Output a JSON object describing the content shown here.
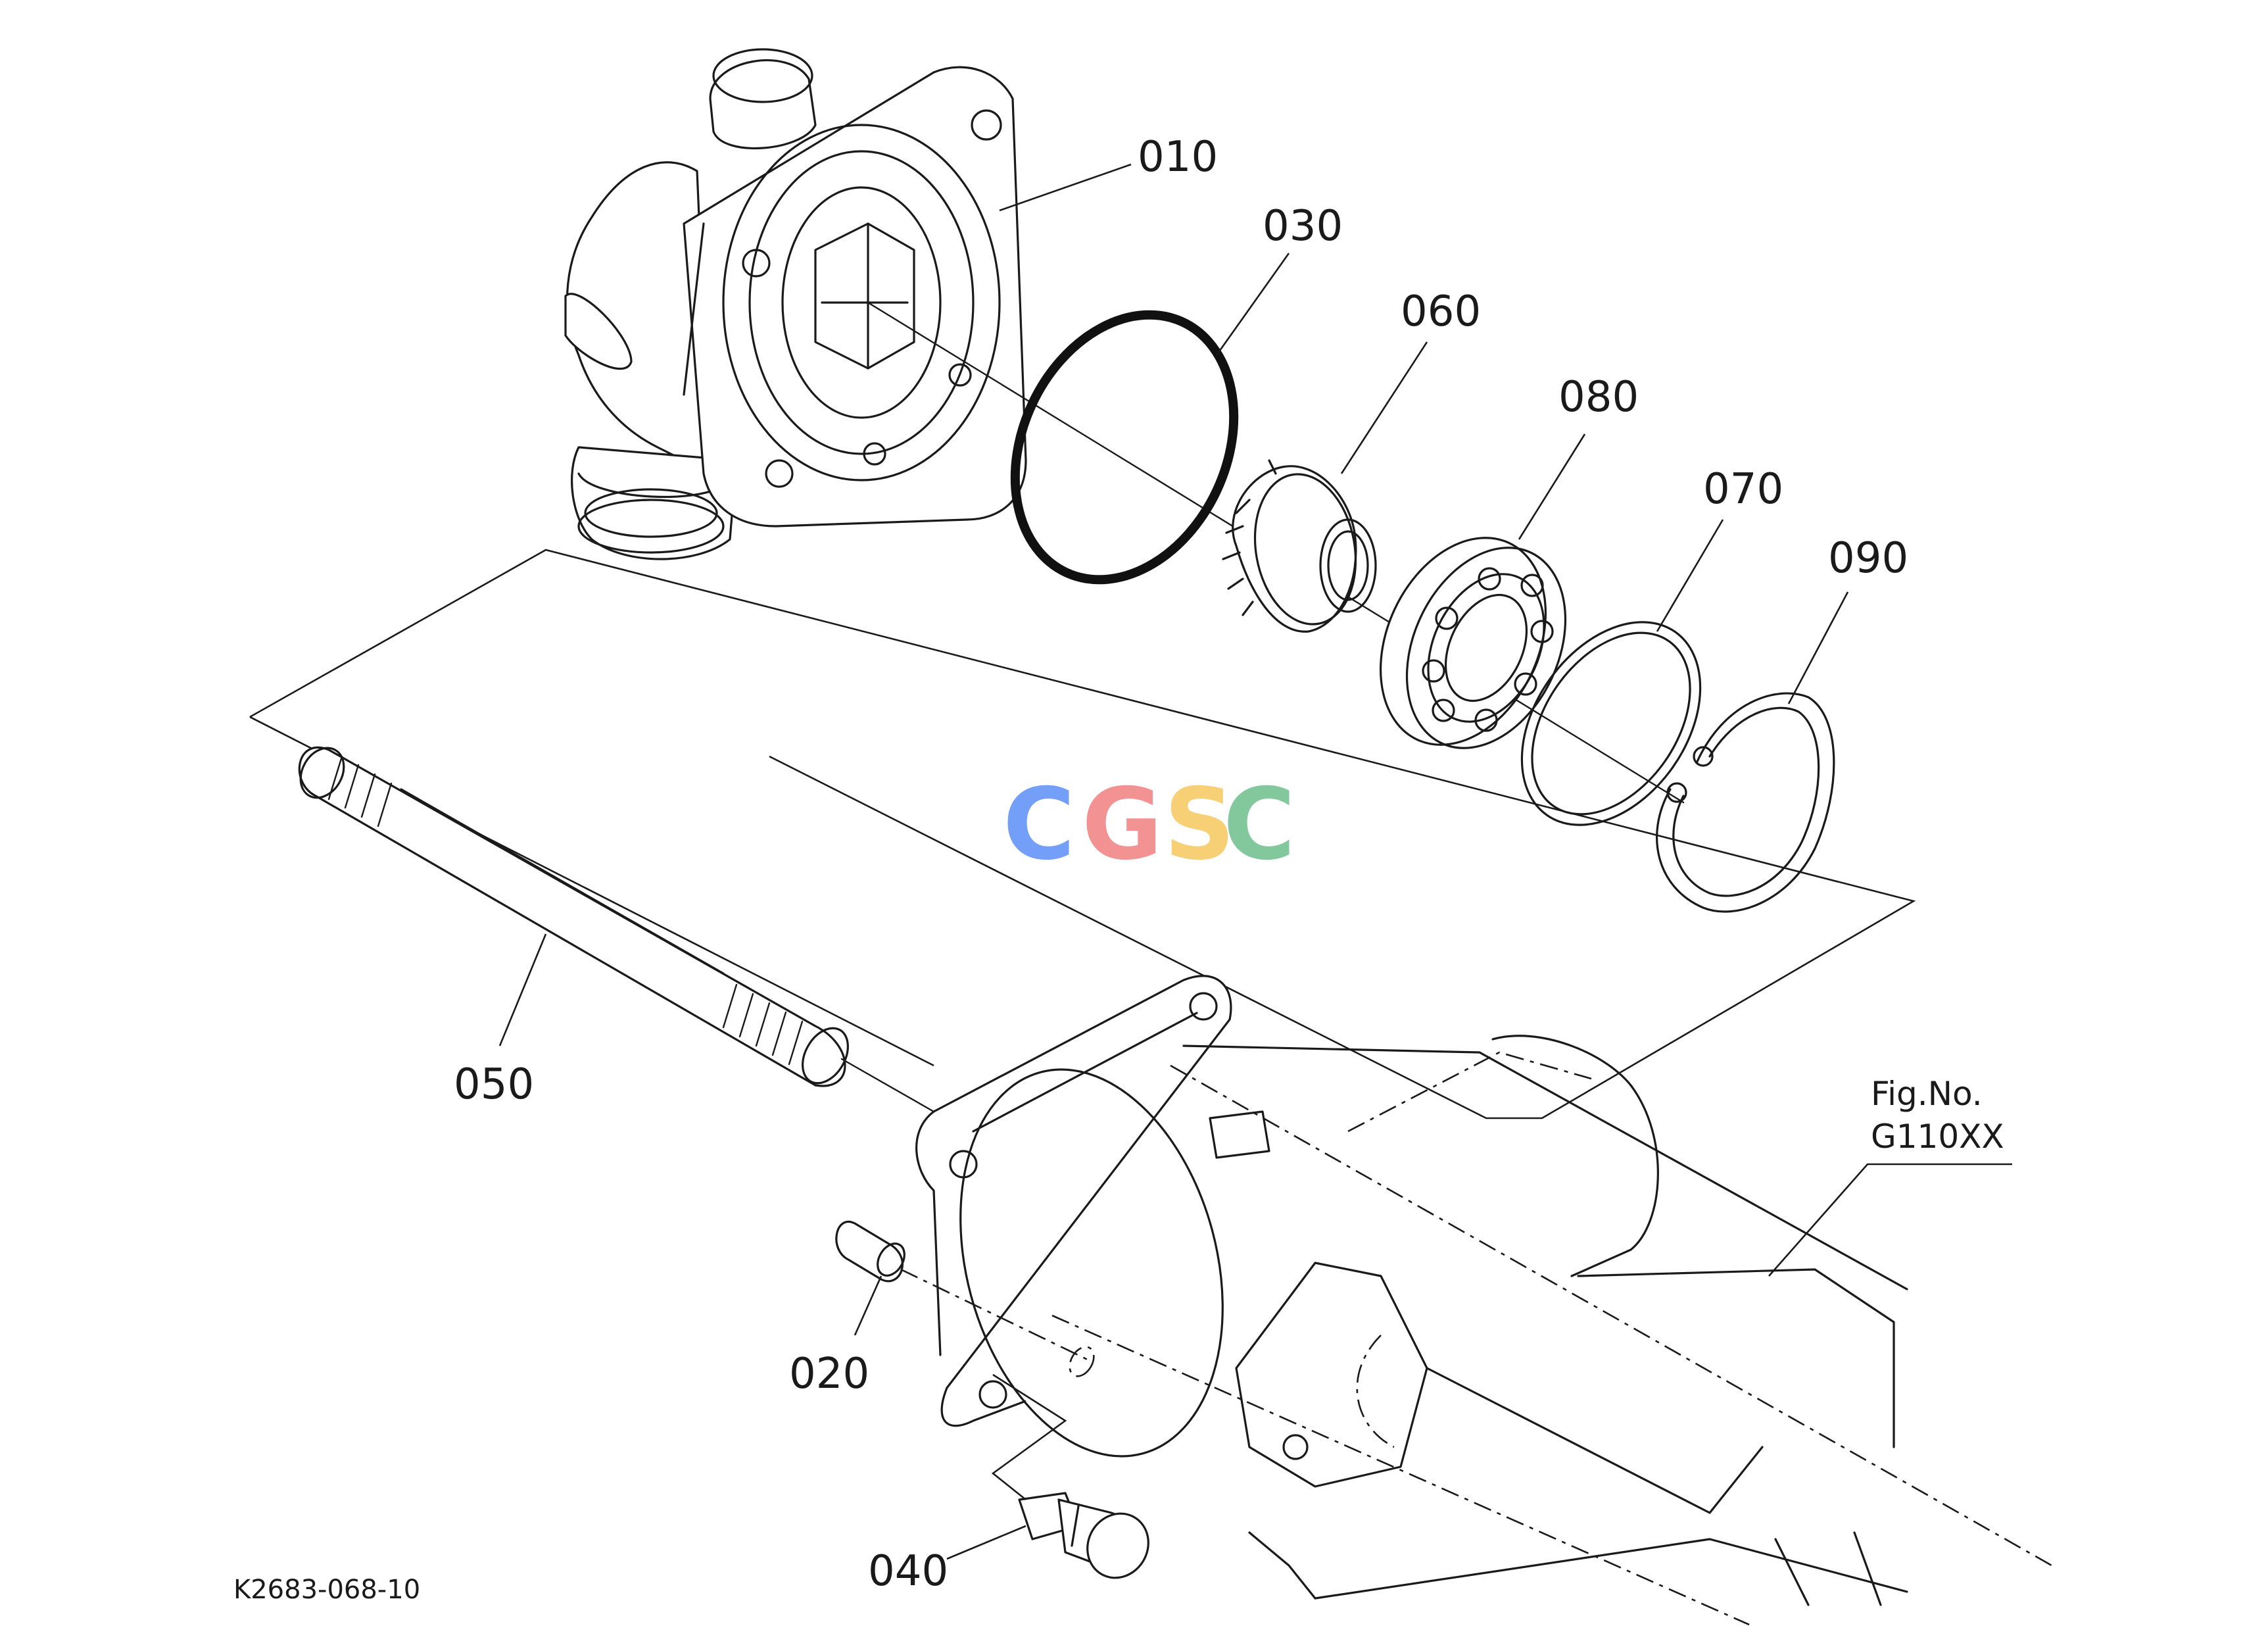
{
  "callouts": {
    "p010": "010",
    "p020": "020",
    "p030": "030",
    "p040": "040",
    "p050": "050",
    "p060": "060",
    "p070": "070",
    "p080": "080",
    "p090": "090"
  },
  "fig_ref": {
    "line1": "Fig.No.",
    "line2": "G110XX"
  },
  "drawing_code": "K2683-068-10",
  "watermark": {
    "letters": [
      "C",
      "G",
      "S",
      "C"
    ],
    "colors": [
      "#5b8ff9",
      "#f08080",
      "#f6c85f",
      "#6dbf8b"
    ]
  }
}
